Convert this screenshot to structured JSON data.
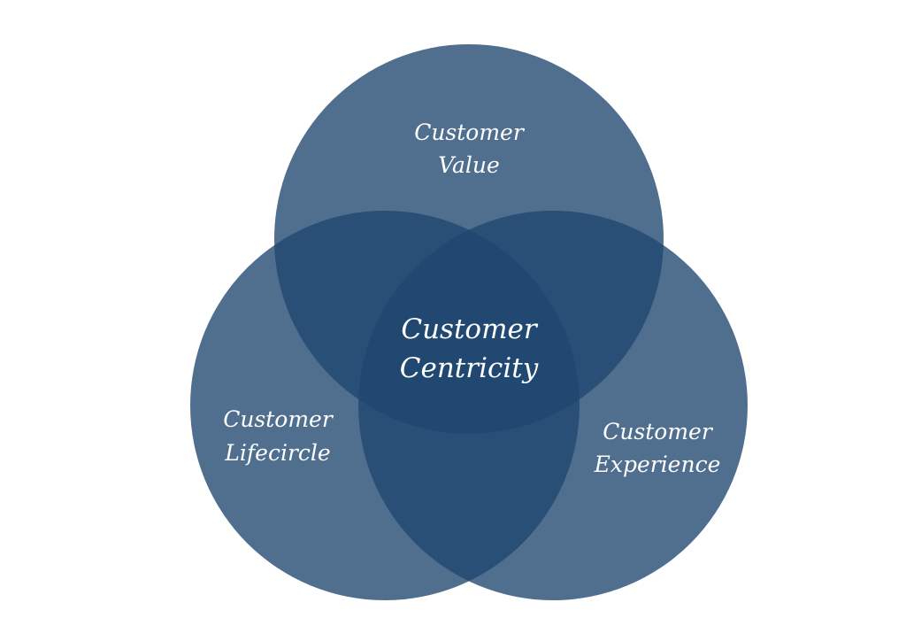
{
  "diagram": {
    "type": "venn",
    "colors": {
      "circle_fill": "#1f4670",
      "background": "#ffffff",
      "text": "#ffffff"
    },
    "circles": [
      {
        "id": "value",
        "line1": "Customer",
        "line2": "Value"
      },
      {
        "id": "lifecircle",
        "line1": "Customer",
        "line2": "Lifecircle"
      },
      {
        "id": "experience",
        "line1": "Customer",
        "line2": "Experience"
      }
    ],
    "center": {
      "line1": "Customer",
      "line2": "Centricity"
    }
  }
}
